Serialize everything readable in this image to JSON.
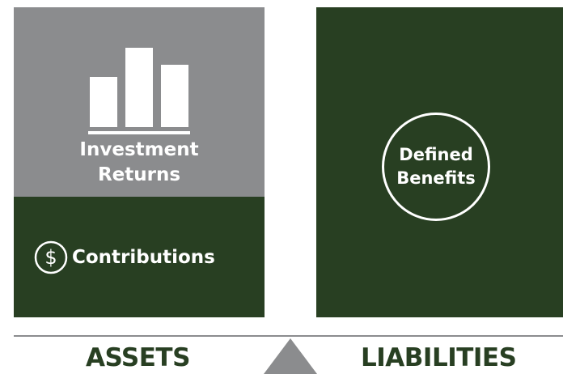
{
  "assets": {
    "investment_returns_line1": "Investment",
    "investment_returns_line2": "Returns",
    "contributions": "Contributions",
    "label": "ASSETS"
  },
  "liabilities": {
    "defined_benefits_line1": "Defined",
    "defined_benefits_line2": "Benefits",
    "label": "LIABILITIES"
  },
  "icons": {
    "investment": "bar-chart-icon",
    "contributions": "dollar-circle-icon",
    "balance": "fulcrum-triangle"
  },
  "colors": {
    "dark_green": "#283f22",
    "gray": "#8b8c8e",
    "white": "#ffffff"
  }
}
